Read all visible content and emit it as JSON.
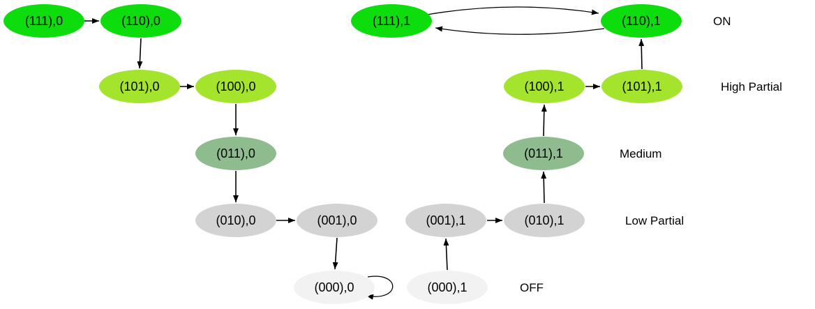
{
  "colors": {
    "on": "#0ddd0d",
    "high_partial": "#a4e42c",
    "medium": "#8fbc8f",
    "low_partial": "#d3d3d3",
    "off": "#f2f2f2",
    "edge": "#000000",
    "background": "#ffffff"
  },
  "levels": [
    {
      "label": "ON"
    },
    {
      "label": "High Partial"
    },
    {
      "label": "Medium"
    },
    {
      "label": "Low Partial"
    },
    {
      "label": "OFF"
    }
  ],
  "nodes": {
    "l111": {
      "label": "(111),0",
      "level": "ON"
    },
    "l110": {
      "label": "(110),0",
      "level": "ON"
    },
    "l101": {
      "label": "(101),0",
      "level": "High Partial"
    },
    "l100": {
      "label": "(100),0",
      "level": "High Partial"
    },
    "l011": {
      "label": "(011),0",
      "level": "Medium"
    },
    "l010": {
      "label": "(010),0",
      "level": "Low Partial"
    },
    "l001": {
      "label": "(001),0",
      "level": "Low Partial"
    },
    "l000": {
      "label": "(000),0",
      "level": "OFF"
    },
    "r111": {
      "label": "(111),1",
      "level": "ON"
    },
    "r110": {
      "label": "(110),1",
      "level": "ON"
    },
    "r100": {
      "label": "(100),1",
      "level": "High Partial"
    },
    "r101": {
      "label": "(101),1",
      "level": "High Partial"
    },
    "r011": {
      "label": "(011),1",
      "level": "Medium"
    },
    "r010": {
      "label": "(010),1",
      "level": "Low Partial"
    },
    "r001": {
      "label": "(001),1",
      "level": "Low Partial"
    },
    "r000": {
      "label": "(000),1",
      "level": "OFF"
    }
  },
  "edges": [
    {
      "from": "(111),0",
      "to": "(110),0"
    },
    {
      "from": "(110),0",
      "to": "(101),0"
    },
    {
      "from": "(101),0",
      "to": "(100),0"
    },
    {
      "from": "(100),0",
      "to": "(011),0"
    },
    {
      "from": "(011),0",
      "to": "(010),0"
    },
    {
      "from": "(010),0",
      "to": "(001),0"
    },
    {
      "from": "(001),0",
      "to": "(000),0"
    },
    {
      "from": "(000),0",
      "to": "(000),0"
    },
    {
      "from": "(111),1",
      "to": "(110),1"
    },
    {
      "from": "(110),1",
      "to": "(111),1"
    },
    {
      "from": "(101),1",
      "to": "(110),1"
    },
    {
      "from": "(100),1",
      "to": "(101),1"
    },
    {
      "from": "(011),1",
      "to": "(100),1"
    },
    {
      "from": "(010),1",
      "to": "(011),1"
    },
    {
      "from": "(001),1",
      "to": "(010),1"
    },
    {
      "from": "(000),1",
      "to": "(001),1"
    }
  ]
}
